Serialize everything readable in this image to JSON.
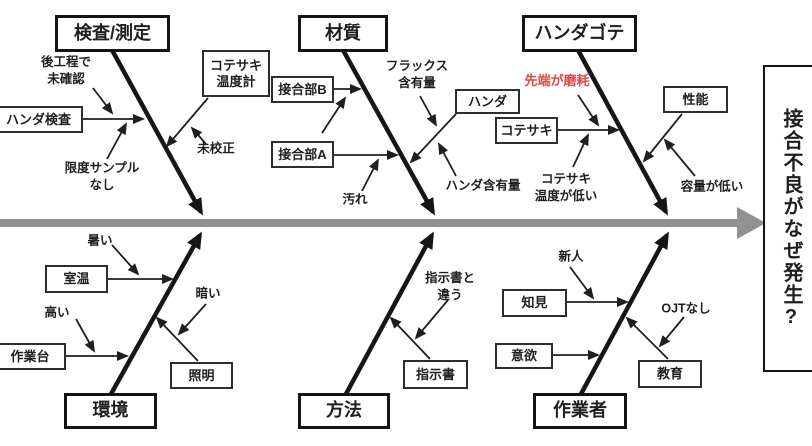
{
  "diagram": {
    "type": "fishbone-cause-effect",
    "effect": "接合不良がなぜ発生?",
    "categories": {
      "inspection": "検査/測定",
      "material": "材質",
      "soldering_iron": "ハンダゴテ",
      "environment": "環境",
      "method": "方法",
      "worker": "作業者"
    },
    "causes": {
      "solder_inspection": "ハンダ検査",
      "tip_thermometer": "コテサキ\n温度計",
      "joint_b": "接合部B",
      "joint_a": "接合部A",
      "solder": "ハンダ",
      "tip": "コテサキ",
      "performance": "性能",
      "room_temp": "室温",
      "workbench": "作業台",
      "lighting": "照明",
      "instructions": "指示書",
      "knowledge": "知見",
      "motivation": "意欲",
      "education": "教育"
    },
    "notes": {
      "not_checked_later": "後工程で\n未確認",
      "no_limit_sample": "限度サンプル\nなし",
      "uncalibrated": "未校正",
      "flux_content": "フラックス\n含有量",
      "dirt": "汚れ",
      "solder_content": "ハンダ含有量",
      "tip_worn": "先端が磨耗",
      "tip_temp_low": "コテサキ\n温度が低い",
      "low_capacity": "容量が低い",
      "hot": "暑い",
      "high": "高い",
      "dark": "暗い",
      "differs_from_instructions": "指示書と\n違う",
      "newcomer": "新人",
      "no_ojt": "OJTなし"
    },
    "colors": {
      "ink": "#1f1f1f",
      "spine_gray": "#919191",
      "highlight_red": "#e04747"
    }
  }
}
